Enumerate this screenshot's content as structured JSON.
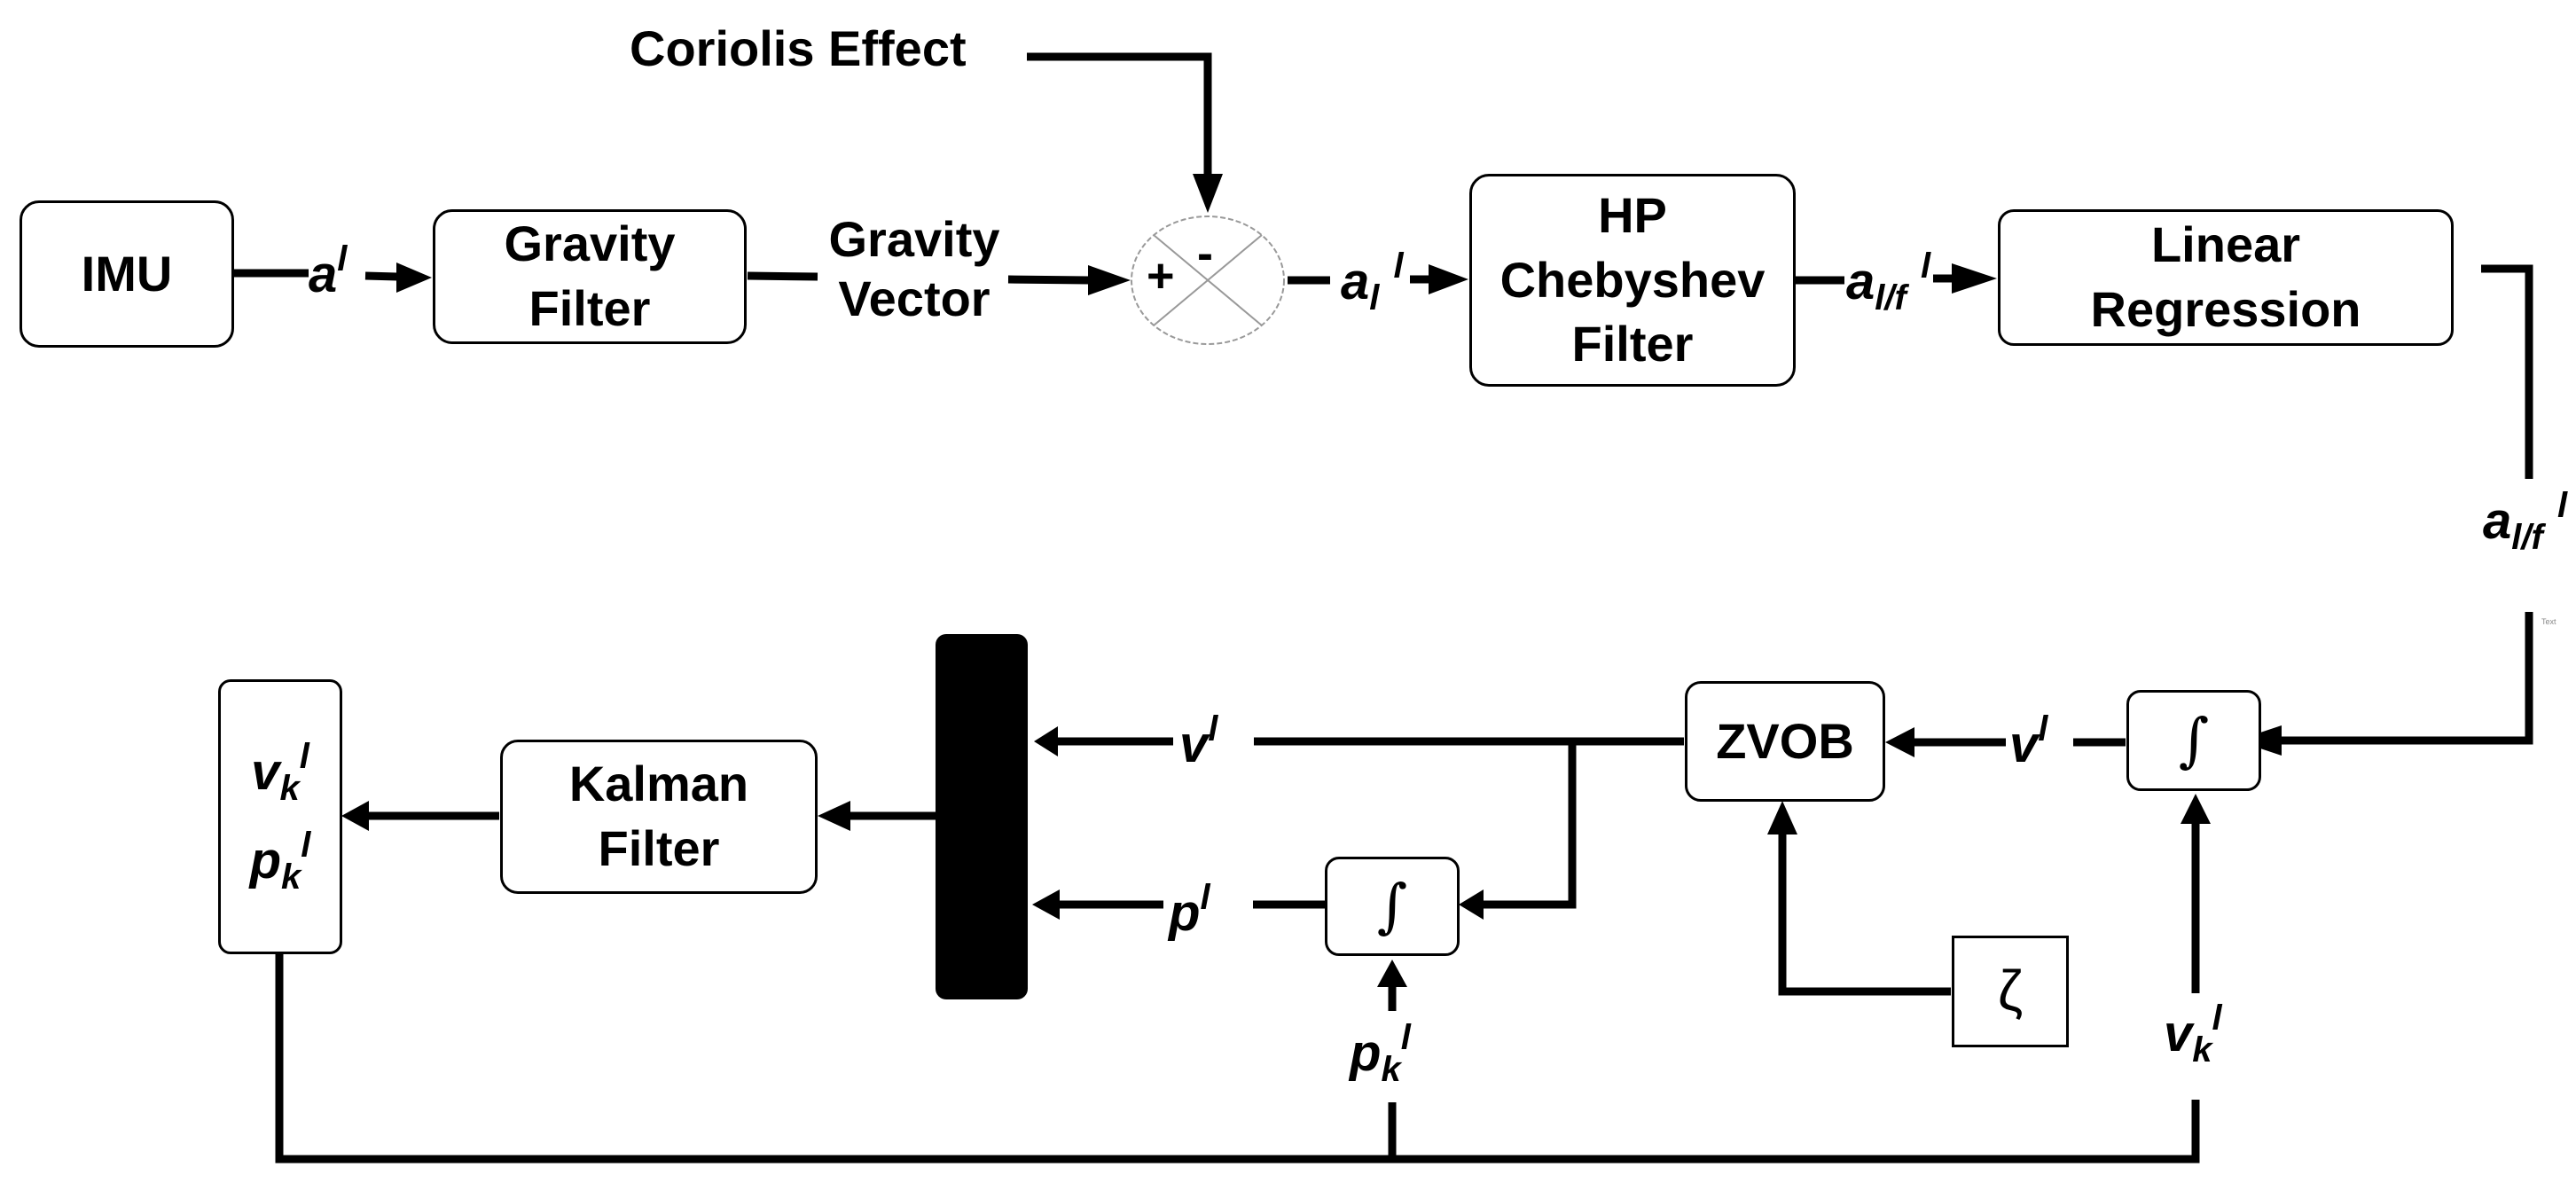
{
  "blocks": {
    "imu": "IMU",
    "gravity_filter": [
      "Gravity",
      "Filter"
    ],
    "hp_filter": [
      "HP",
      "Chebyshev",
      "Filter"
    ],
    "linear_regression": [
      "Linear",
      "Regression"
    ],
    "zvob": "ZVOB",
    "kalman_filter": [
      "Kalman",
      "Filter"
    ],
    "integrator_v": "∫",
    "integrator_p": "∫",
    "zeta": "ζ",
    "output": [
      {
        "base": "v",
        "sub": "k",
        "sup": "l"
      },
      {
        "base": "p",
        "sub": "k",
        "sup": "l"
      }
    ]
  },
  "labels": {
    "coriolis": "Coriolis Effect",
    "gravity_vector": [
      "Gravity",
      "Vector"
    ],
    "sum_plus": "+",
    "sum_minus": "-",
    "a_l": {
      "base": "a",
      "sup": "l"
    },
    "a_l_sub": {
      "base": "a",
      "sub": "l",
      "sup": "l"
    },
    "a_lf_1": {
      "base": "a",
      "sub": "l/f",
      "sup": "l"
    },
    "a_lf_2": {
      "base": "a",
      "sub": "l/f",
      "sup": "l"
    },
    "v_l_1": {
      "base": "v",
      "sup": "l"
    },
    "v_l_2": {
      "base": "v",
      "sup": "l"
    },
    "p_l": {
      "base": "p",
      "sup": "l"
    },
    "p_k": {
      "base": "p",
      "sub": "k",
      "sup": "l"
    },
    "v_k": {
      "base": "v",
      "sub": "k",
      "sup": "l"
    },
    "tiny_mark": "Text"
  }
}
